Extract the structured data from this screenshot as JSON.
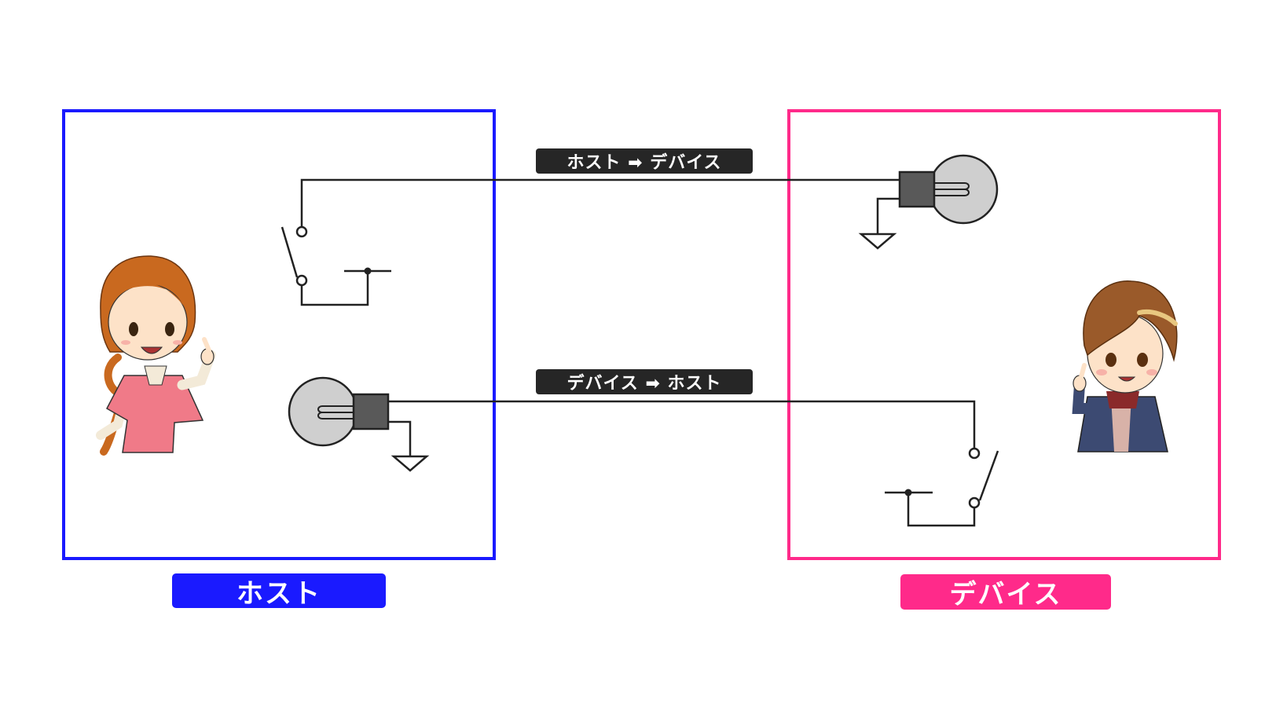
{
  "host": {
    "label": "ホスト",
    "color": "#1a1aff"
  },
  "device": {
    "label": "デバイス",
    "color": "#ff2a8a"
  },
  "signals": {
    "host_to_device": "ホスト ➡ デバイス",
    "device_to_host": "デバイス ➡ ホスト"
  },
  "components": {
    "wire_color": "#222222",
    "bulb_glass": "#cfcfcf",
    "bulb_base": "#595959"
  }
}
